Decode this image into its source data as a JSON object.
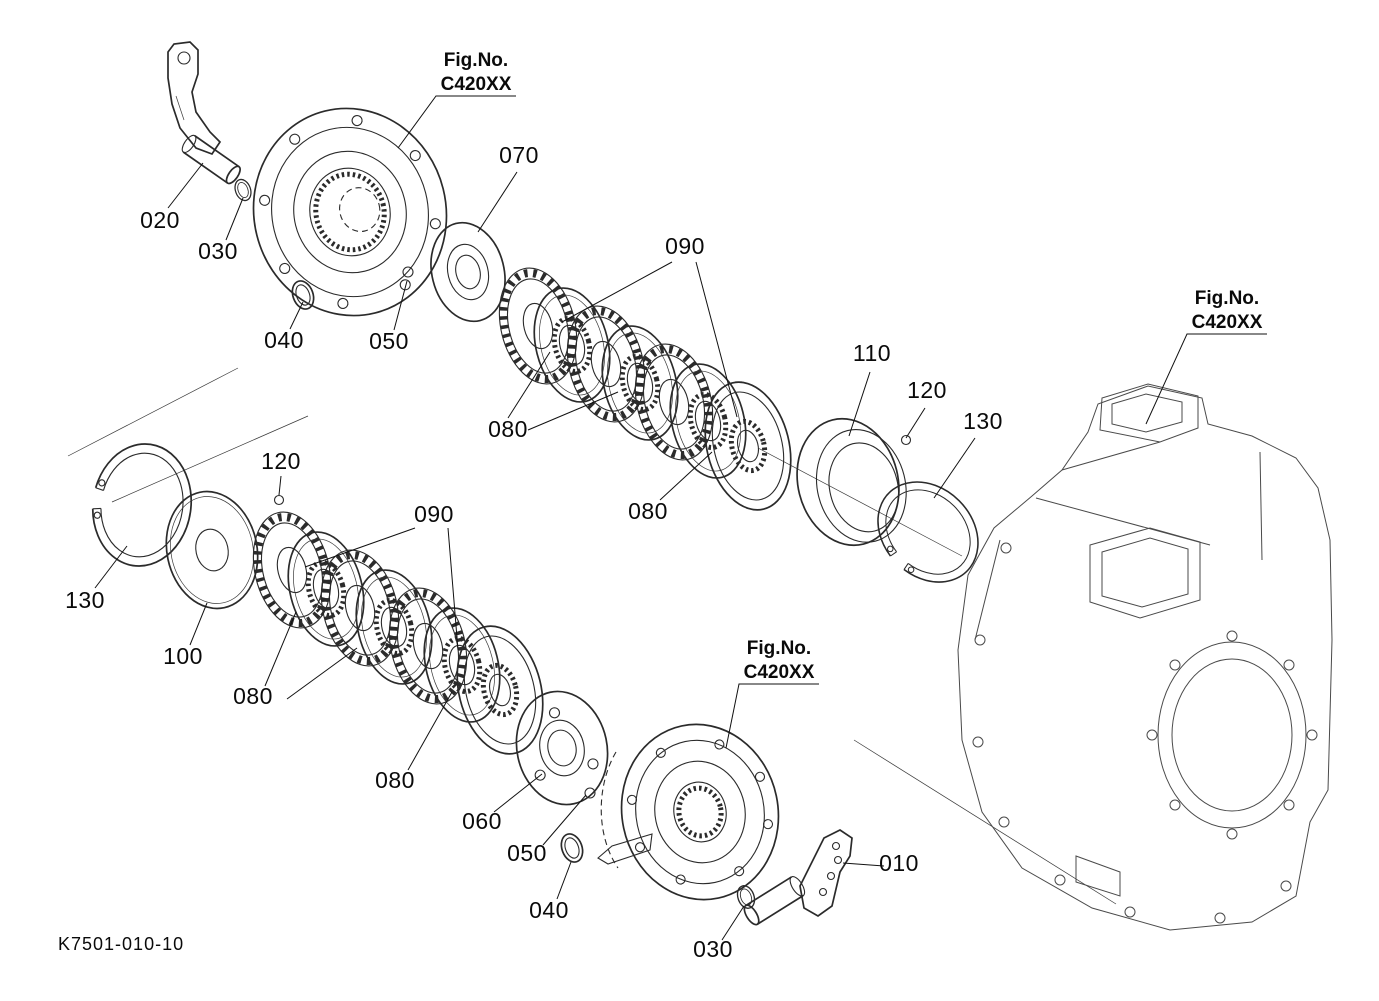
{
  "colors": {
    "line": "#2b2b2b",
    "background": "#ffffff"
  },
  "drawing_number": "K7501-010-10",
  "fig_refs": {
    "top": {
      "line1": "Fig.No.",
      "line2": "C420XX"
    },
    "right": {
      "line1": "Fig.No.",
      "line2": "C420XX"
    },
    "bottom": {
      "line1": "Fig.No.",
      "line2": "C420XX"
    }
  },
  "callouts": {
    "lever_top": "020",
    "oring_small_top": "030",
    "oring_large_top": "040",
    "ball_top": "050",
    "plate_top": "070",
    "steel_plates_top": "090",
    "friction_discs_top_a": "080",
    "friction_discs_top_b": "080",
    "drum": "110",
    "ball_right": "120",
    "snap_ring_right": "130",
    "snap_ring_left": "130",
    "back_plate": "100",
    "ball_left": "120",
    "steel_plates_bottom": "090",
    "friction_discs_bottom_a": "080",
    "friction_discs_bottom_b": "080",
    "plate_bottom": "060",
    "ball_bottom": "050",
    "oring_large_bottom": "040",
    "oring_small_bottom": "030",
    "lever_bottom": "010"
  }
}
